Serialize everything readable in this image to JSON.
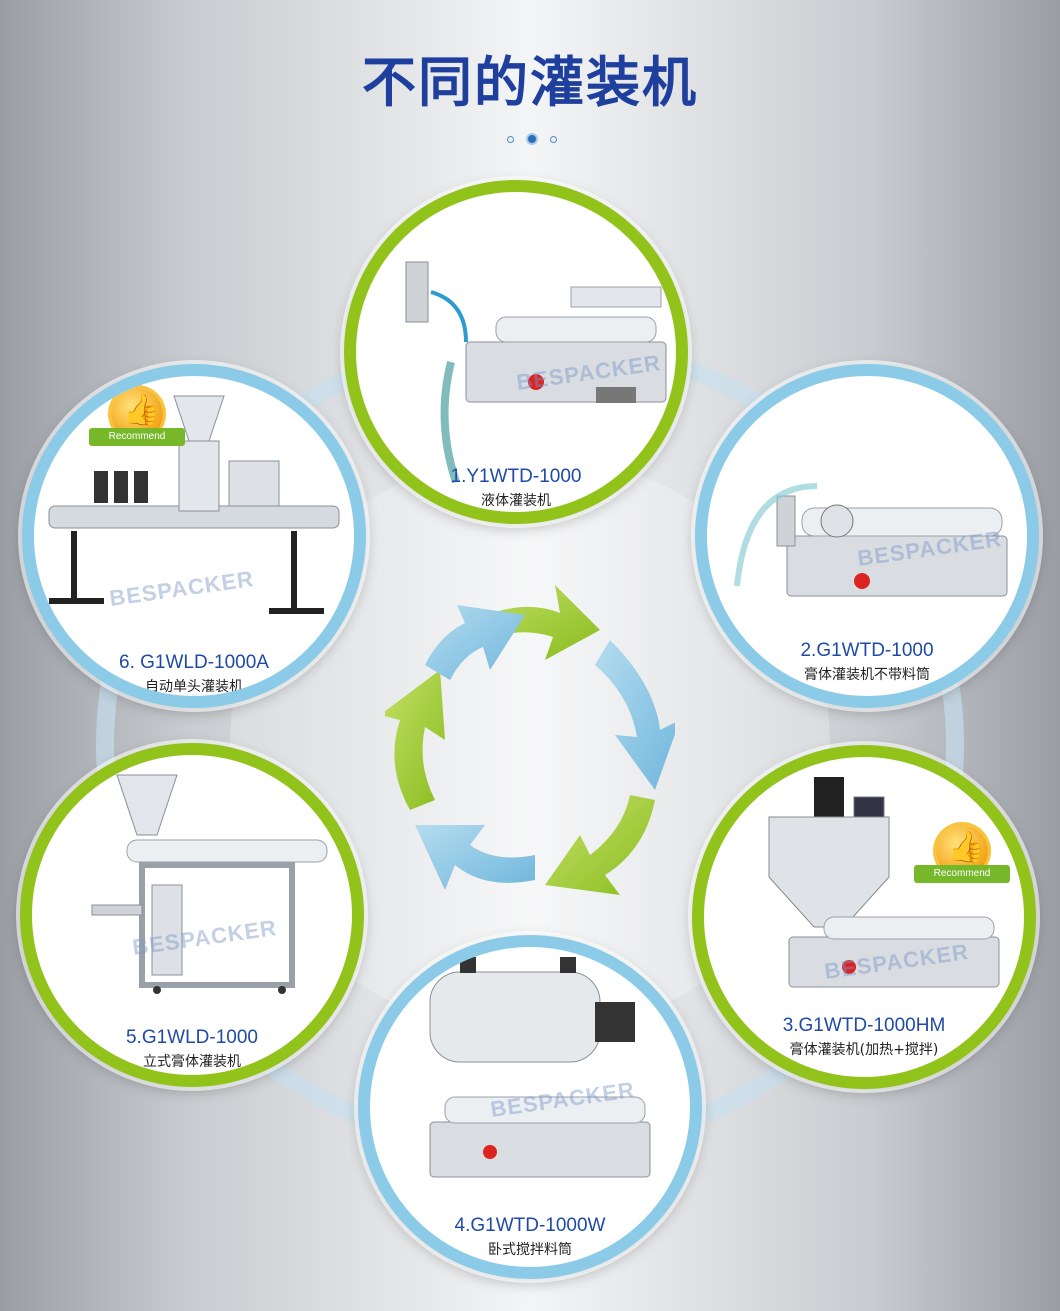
{
  "title": "不同的灌装机",
  "pagination": {
    "count": 3,
    "active": 1
  },
  "watermark": "BESPACKER",
  "badge_text": "Recommend",
  "colors": {
    "title": "#1e3f9e",
    "green": "#91c31b",
    "blue": "#8bcbe8",
    "arrow_green": "#9ccc2a",
    "arrow_blue": "#7cc0e0"
  },
  "machines": [
    {
      "model": "1.Y1WTD-1000",
      "desc": "液体灌装机"
    },
    {
      "model": "2.G1WTD-1000",
      "desc": "膏体灌装机不带料筒"
    },
    {
      "model": "3.G1WTD-1000HM",
      "desc": "膏体灌装机(加热+搅拌)"
    },
    {
      "model": "4.G1WTD-1000W",
      "desc": "卧式搅拌料筒"
    },
    {
      "model": "5.G1WLD-1000",
      "desc": "立式膏体灌装机"
    },
    {
      "model": "6. G1WLD-1000A",
      "desc": "自动单头灌装机"
    }
  ]
}
